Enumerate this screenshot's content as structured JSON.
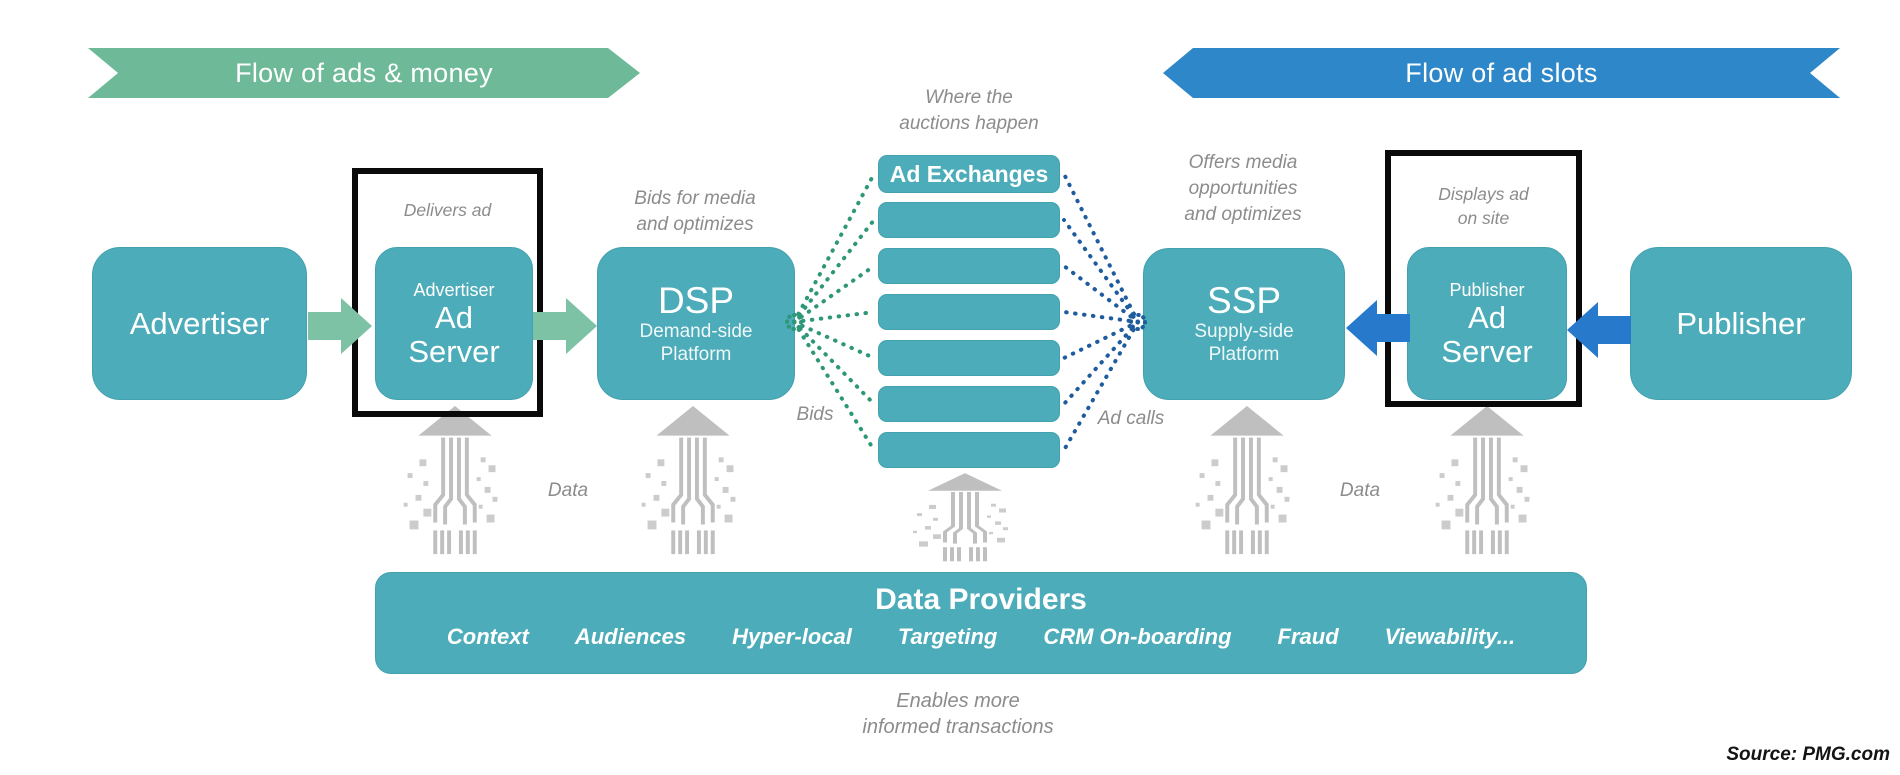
{
  "colors": {
    "teal": "#4DACB9",
    "green_banner": "#6EB998",
    "green_arrow": "#7DC2A5",
    "green_dots": "#2E9778",
    "blue_banner": "#2D87C8",
    "blue_arrow": "#2779CB",
    "blue_dots": "#1E5C9E",
    "gray_text": "#8C8C8C",
    "gray_arrow": "#BFBFBF",
    "highlight_outline": "#0A0A0A"
  },
  "banners": {
    "left": {
      "label": "Flow of ads & money"
    },
    "right": {
      "label": "Flow of ad slots"
    }
  },
  "auction": {
    "caption_line1": "Where the",
    "caption_line2": "auctions happen",
    "exchange_label": "Ad Exchanges",
    "empty_slot_count": 6,
    "bids_label": "Bids",
    "ad_calls_label": "Ad calls"
  },
  "entities": {
    "advertiser": {
      "label": "Advertiser"
    },
    "advertiser_ad_server": {
      "line1": "Advertiser",
      "line2": "Ad",
      "line3": "Server",
      "note": "Delivers ad"
    },
    "dsp": {
      "title": "DSP",
      "subtitle_line1": "Demand-side",
      "subtitle_line2": "Platform",
      "note_line1": "Bids for media",
      "note_line2": "and optimizes"
    },
    "ssp": {
      "title": "SSP",
      "subtitle_line1": "Supply-side",
      "subtitle_line2": "Platform",
      "note_line1": "Offers media",
      "note_line2": "opportunities",
      "note_line3": "and optimizes"
    },
    "publisher_ad_server": {
      "line1": "Publisher",
      "line2": "Ad",
      "line3": "Server",
      "note_line1": "Displays ad",
      "note_line2": "on site"
    },
    "publisher": {
      "label": "Publisher"
    }
  },
  "data_flow": {
    "left_label": "Data",
    "right_label": "Data"
  },
  "data_providers": {
    "title": "Data Providers",
    "items": [
      "Context",
      "Audiences",
      "Hyper-local",
      "Targeting",
      "CRM On-boarding",
      "Fraud",
      "Viewability..."
    ],
    "caption_line1": "Enables more",
    "caption_line2": "informed transactions"
  },
  "source": "Source: PMG.com"
}
